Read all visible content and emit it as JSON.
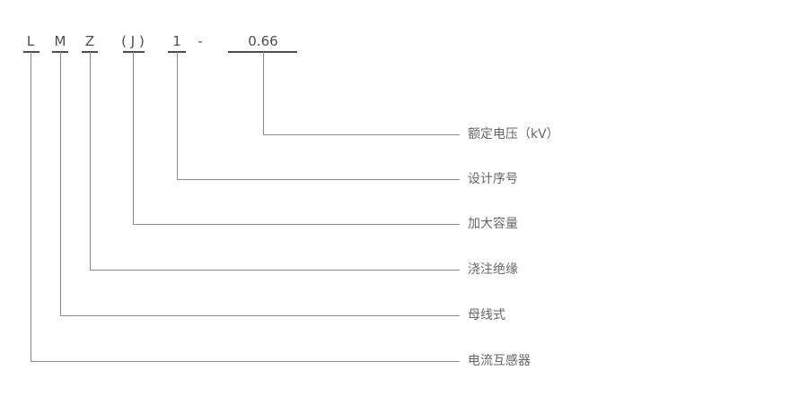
{
  "diagram": {
    "model_code_full": "LMZ(J)1-0.66",
    "parts": [
      {
        "code": "L",
        "label": "电流互感器"
      },
      {
        "code": "M",
        "label": "母线式"
      },
      {
        "code": "Z",
        "label": "浇注绝缘"
      },
      {
        "code": "( J )",
        "label": "加大容量"
      },
      {
        "code": "1",
        "label": "设计序号"
      },
      {
        "code": "-",
        "label": ""
      },
      {
        "code": "0.66",
        "label": "额定电压（kV）"
      }
    ]
  },
  "colors": {
    "background": "#ffffff",
    "code_text": "#4d4d4d",
    "underline": "#4d4d4d",
    "line": "#8c8c8c",
    "label_text": "#666666"
  }
}
